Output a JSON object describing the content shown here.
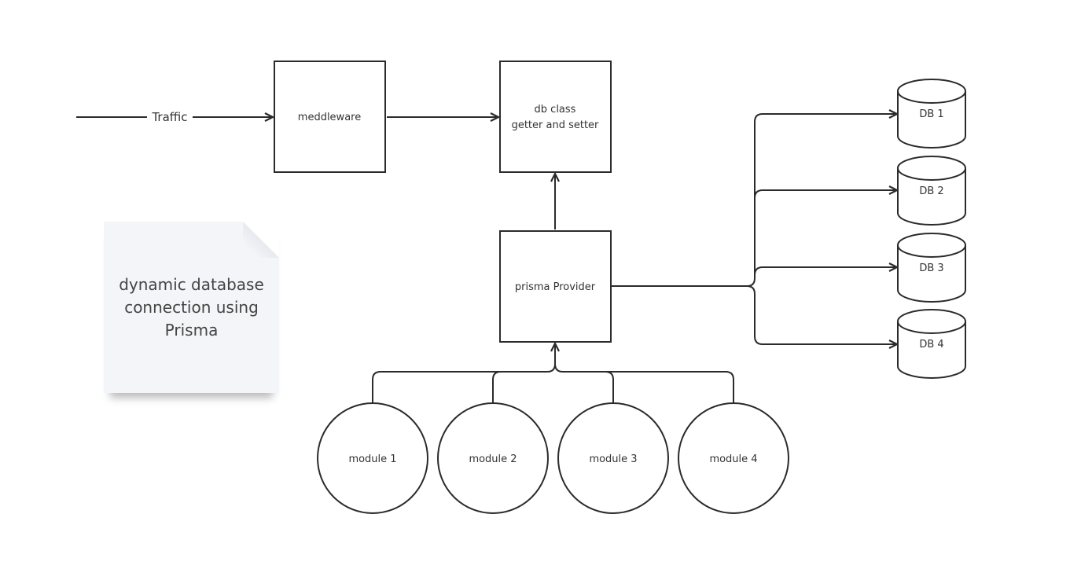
{
  "diagram": {
    "traffic_label": "Traffic",
    "middleware_label": "meddleware",
    "db_class_line1": "db class",
    "db_class_line2": "getter and setter",
    "prisma_provider_label": "prisma Provider",
    "databases": [
      "DB 1",
      "DB 2",
      "DB 3",
      "DB 4"
    ],
    "modules": [
      "module 1",
      "module 2",
      "module 3",
      "module 4"
    ],
    "sticky_note": "dynamic database connection using Prisma"
  },
  "colors": {
    "stroke": "#2b2b2b",
    "text": "#333333",
    "sticky_bg": "#f3f5f8",
    "background": "#ffffff"
  }
}
